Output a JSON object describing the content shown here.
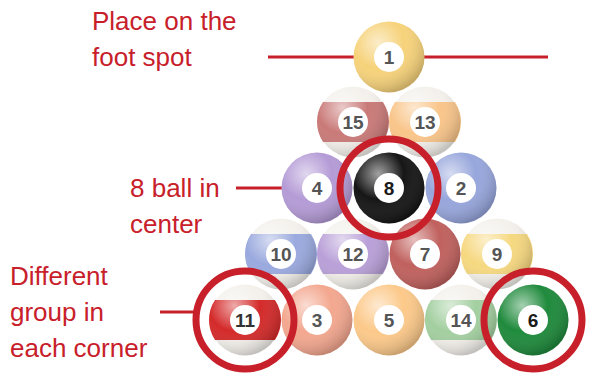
{
  "diagram": {
    "nodes": [
      {
        "text": [
          "1"
        ]
      },
      {
        "text": [
          "15"
        ]
      },
      {
        "text": [
          "13"
        ]
      },
      {
        "text": [
          "4"
        ]
      },
      {
        "text": [
          "8"
        ]
      },
      {
        "text": [
          "2"
        ]
      },
      {
        "text": [
          "10"
        ]
      },
      {
        "text": [
          "12"
        ]
      },
      {
        "text": [
          "7"
        ]
      },
      {
        "text": [
          "9"
        ]
      },
      {
        "text": [
          "11"
        ]
      },
      {
        "text": [
          "3"
        ]
      },
      {
        "text": [
          "5"
        ]
      },
      {
        "text": [
          "14"
        ]
      },
      {
        "text": [
          "6"
        ]
      }
    ],
    "labels": [
      "Place on the foot spot",
      "8 ball in center",
      "Different group in each corner"
    ]
  }
}
